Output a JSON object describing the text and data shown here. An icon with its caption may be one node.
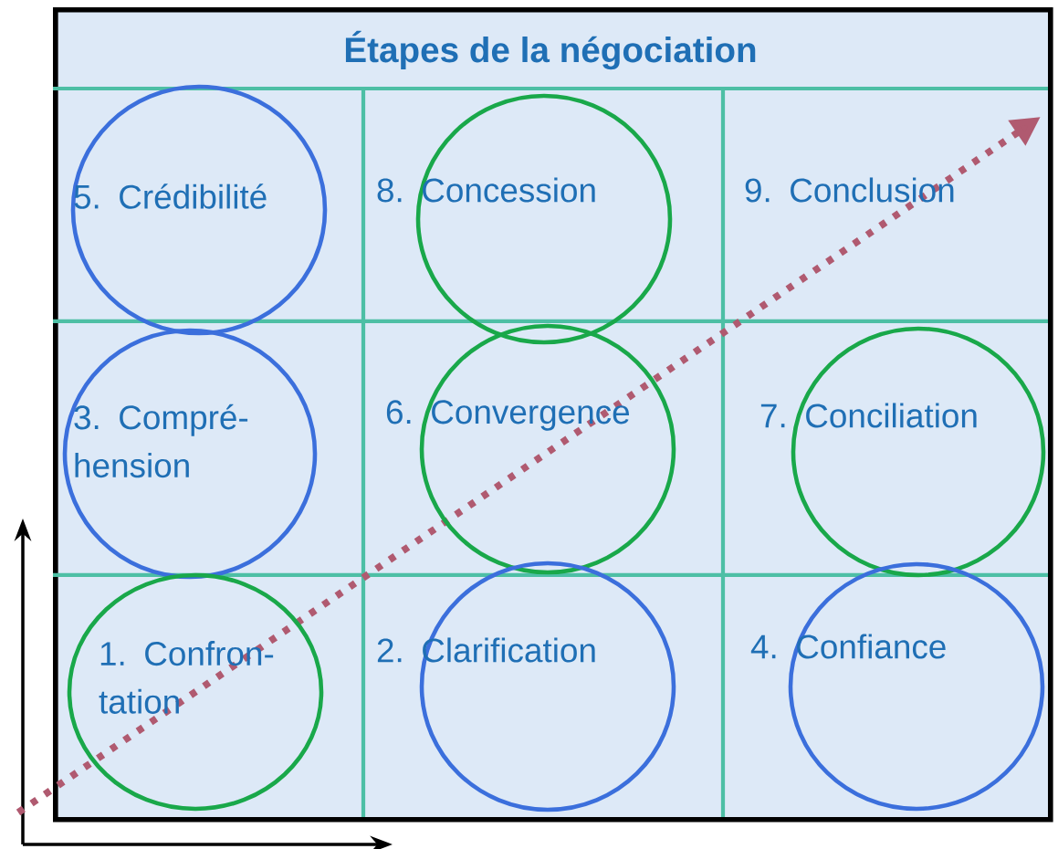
{
  "diagram": {
    "nodes": [
      {
        "text": [
          "Étapes de la négociation"
        ]
      },
      {
        "text": [
          "5. Crédibilité"
        ],
        "in": 0
      },
      {
        "text": [
          "8. Concession"
        ],
        "in": 0
      },
      {
        "text": [
          "9. Conclusion"
        ],
        "in": 0
      },
      {
        "text": [
          "3. Compré- hension"
        ],
        "in": 0
      },
      {
        "text": [
          "6. Convergence"
        ],
        "in": 0
      },
      {
        "text": [
          "7. Conciliation"
        ],
        "in": 0
      },
      {
        "text": [
          "1. Confron- tation"
        ],
        "in": 0
      },
      {
        "text": [
          "2. Clarification"
        ],
        "in": 0
      },
      {
        "text": [
          "4. Confiance"
        ],
        "in": 0
      }
    ],
    "edges": []
  }
}
